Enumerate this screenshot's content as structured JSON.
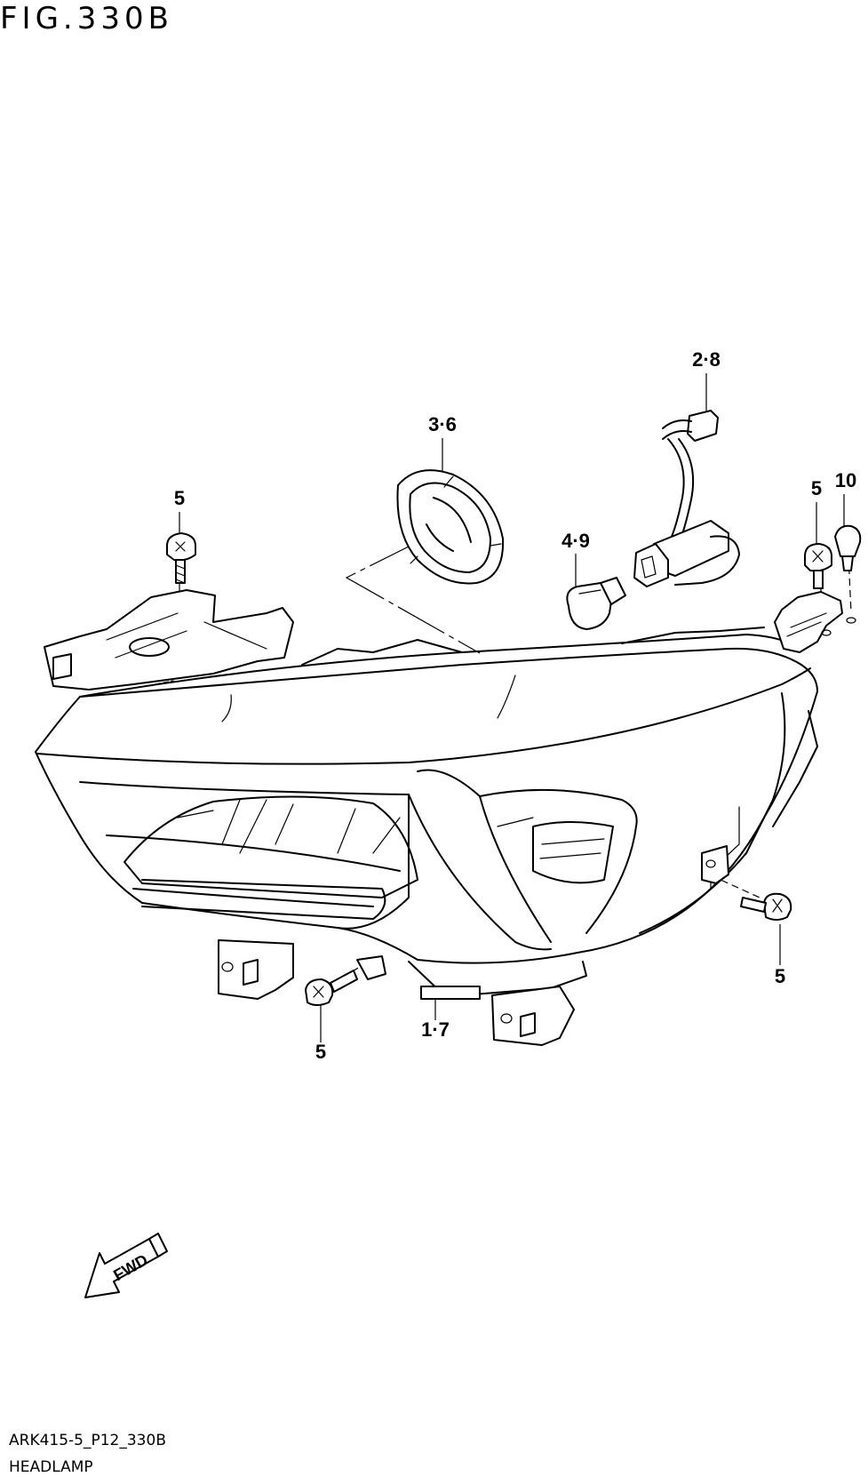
{
  "figure_title": "FIG.330B",
  "callouts": {
    "c1_7": "1·7",
    "c2_8": "2·8",
    "c3_6": "3·6",
    "c4_9": "4·9",
    "c5_top_left": "5",
    "c5_top_right": "5",
    "c10": "10",
    "c5_right": "5",
    "c5_bottom": "5"
  },
  "fwd_label": "FWD",
  "footer": {
    "code": "ARK415-5_P12_330B",
    "name": "HEADLAMP"
  }
}
